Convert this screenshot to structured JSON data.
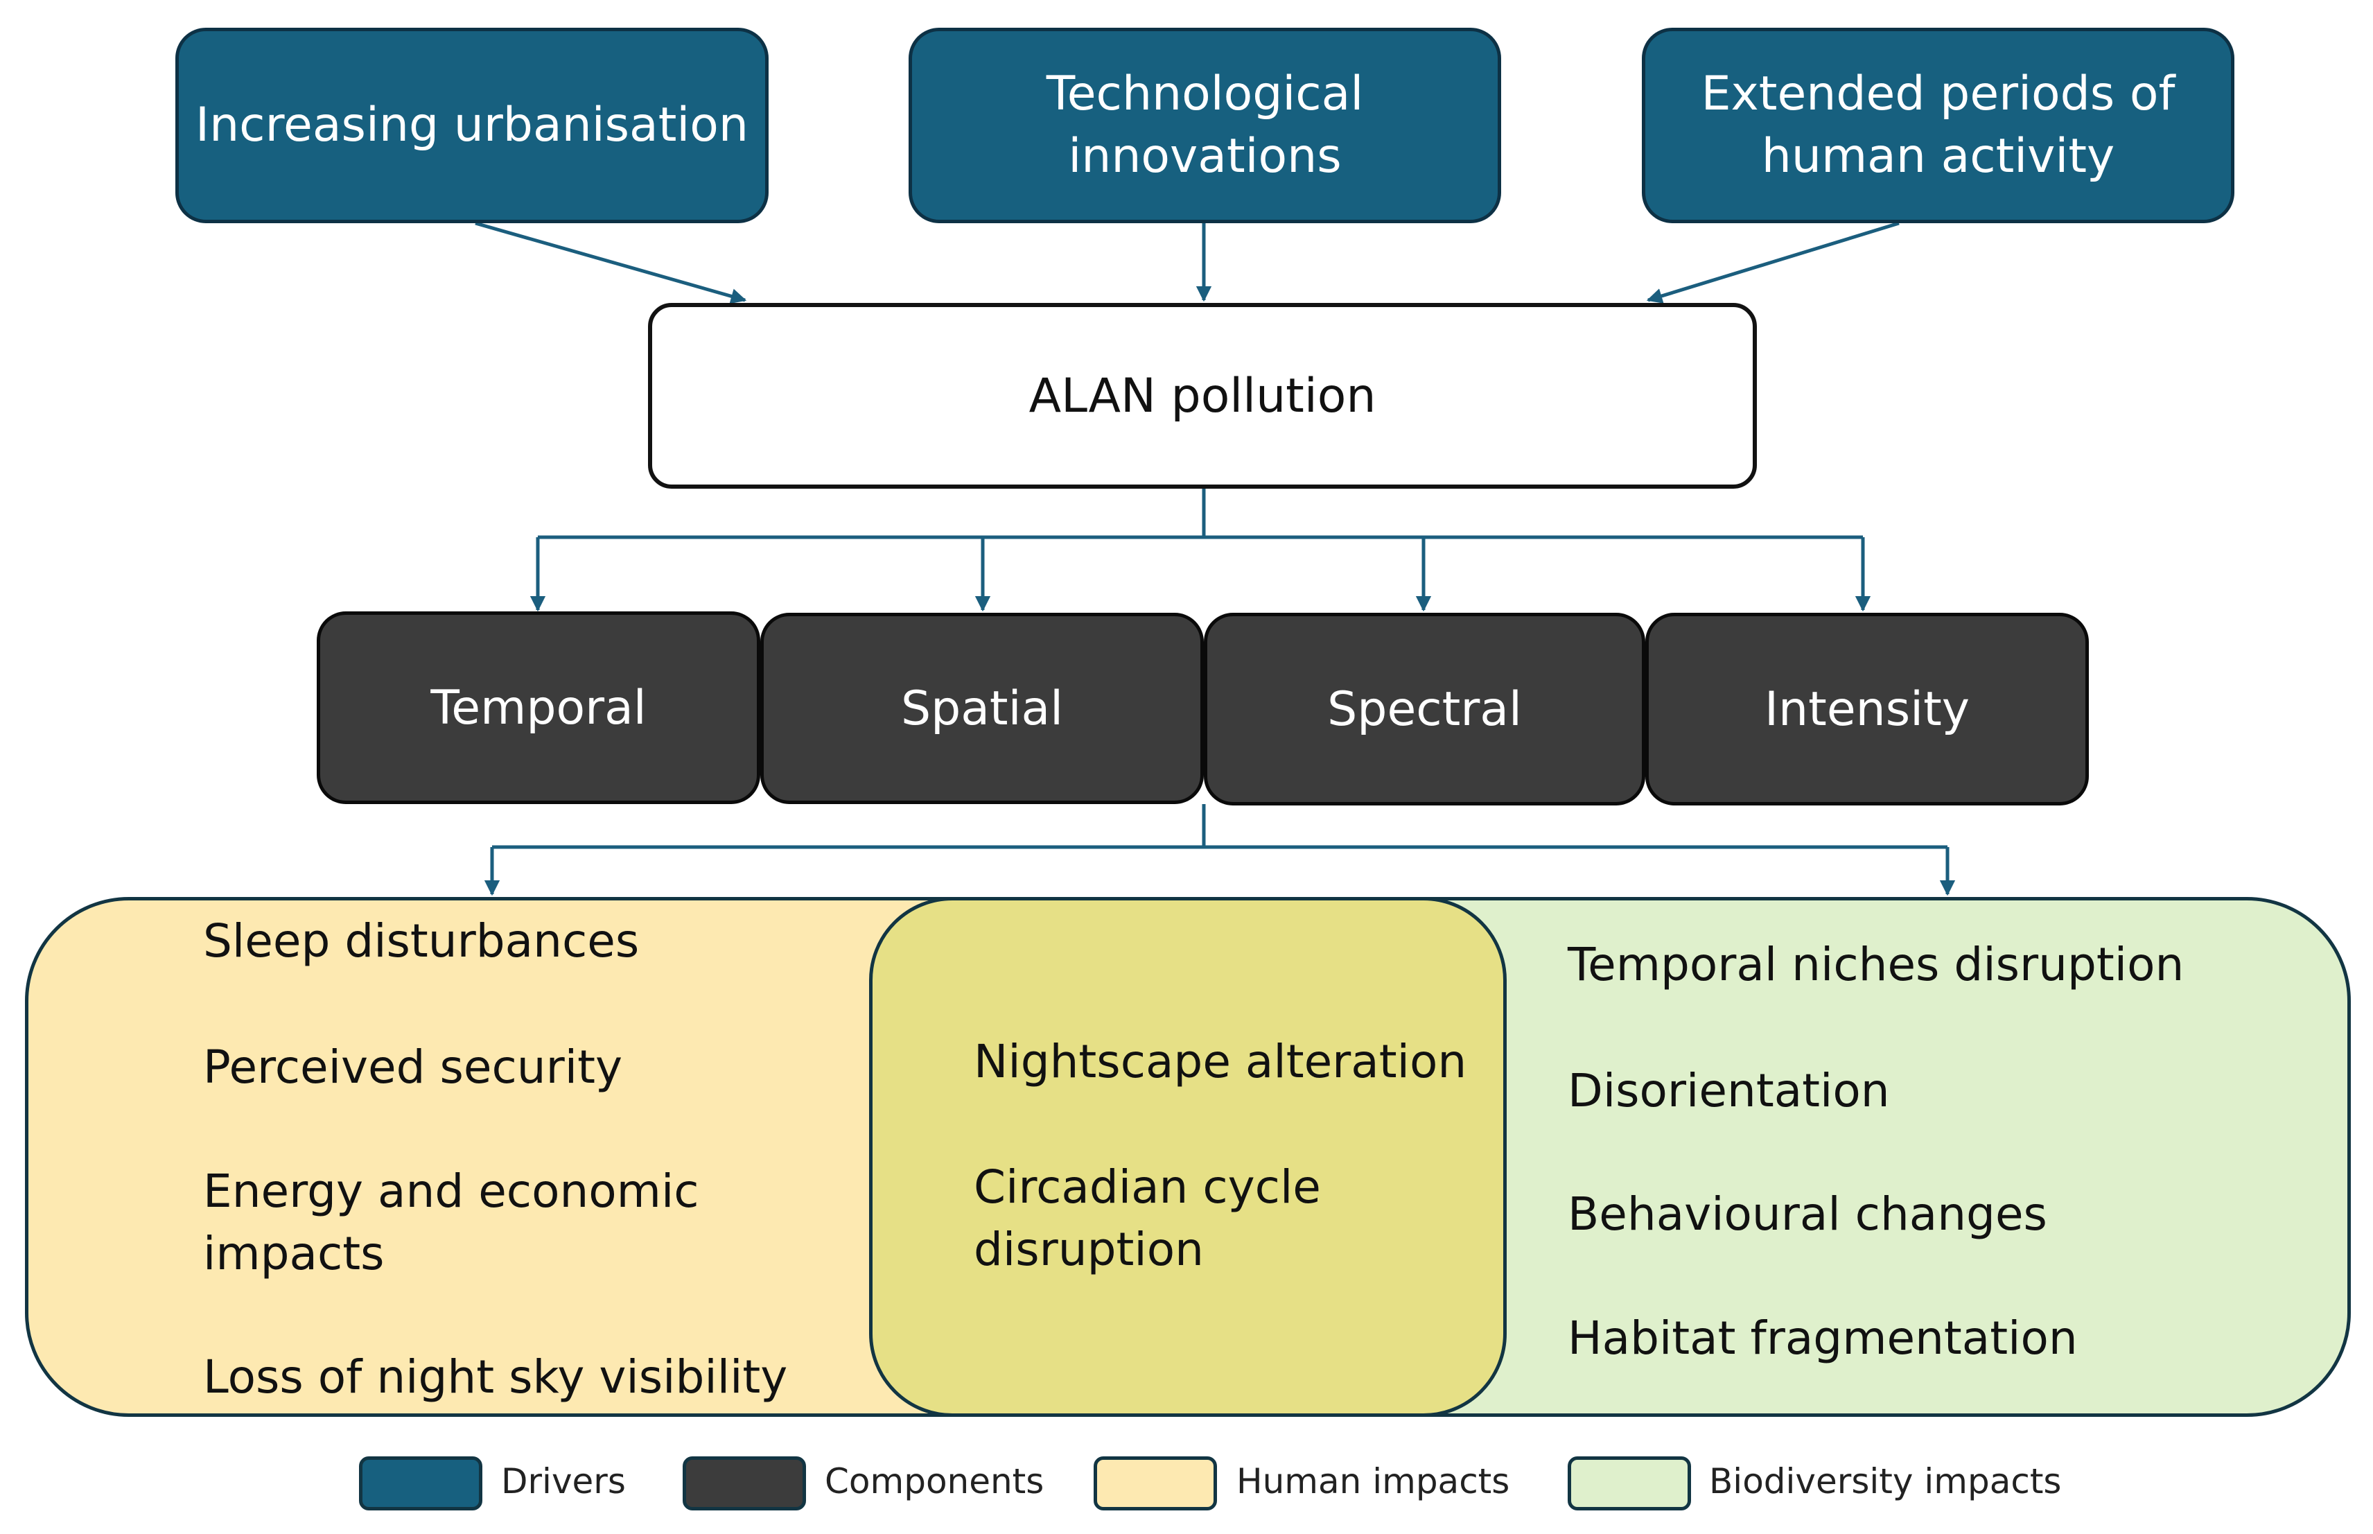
{
  "drivers": [
    {
      "label": "Increasing urbanisation"
    },
    {
      "label": "Technological\ninnovations"
    },
    {
      "label": "Extended periods of\nhuman activity"
    }
  ],
  "core": {
    "label": "ALAN pollution"
  },
  "components": [
    {
      "label": "Temporal"
    },
    {
      "label": "Spatial"
    },
    {
      "label": "Spectral"
    },
    {
      "label": "Intensity"
    }
  ],
  "human_impacts": [
    "Sleep disturbances",
    "Perceived security",
    "Energy and economic\nimpacts",
    "Loss of night sky visibility"
  ],
  "shared_impacts": [
    "Nightscape alteration",
    "Circadian cycle\ndisruption"
  ],
  "biodiversity_impacts": [
    "Temporal niches disruption",
    "Disorientation",
    "Behavioural changes",
    "Habitat fragmentation"
  ],
  "legend": [
    {
      "label": "Drivers",
      "color": "#17607f"
    },
    {
      "label": "Components",
      "color": "#3c3c3c"
    },
    {
      "label": "Human impacts",
      "color": "#fde9b1"
    },
    {
      "label": "Biodiversity impacts",
      "color": "#dff0cc"
    }
  ],
  "colors": {
    "driver_fill": "#17607f",
    "component_fill": "#3c3c3c",
    "human_fill": "#fde9b1",
    "biodiversity_fill": "#dff0cc",
    "overlap_fill": "#e6e086",
    "connector": "#1b5e7e"
  }
}
